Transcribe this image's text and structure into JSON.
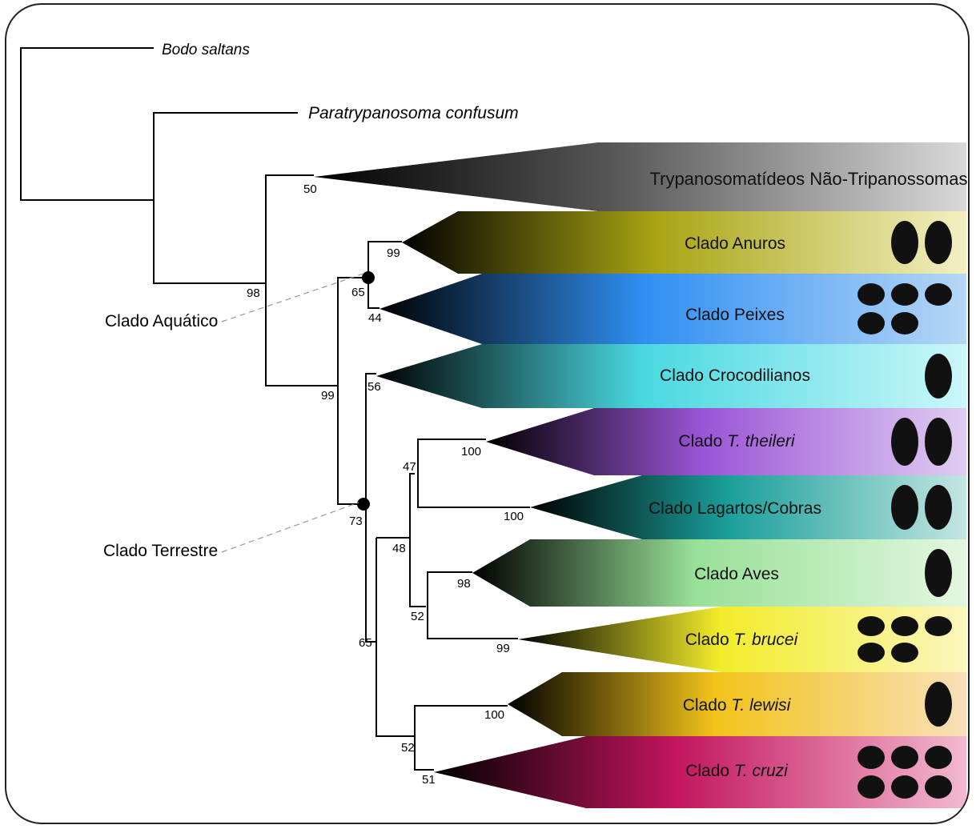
{
  "taxa": {
    "bodo": "Bodo saltans",
    "paratrypanosoma": "Paratrypanosoma confusum"
  },
  "clades": [
    {
      "id": "nontryp",
      "prefix": "Trypanosomatídeos Não-Tripanossomas",
      "italic": "",
      "colors": [
        "#000000",
        "#555555",
        "#d9d9d9"
      ],
      "icons": []
    },
    {
      "id": "anuros",
      "prefix": "Clado Anuros",
      "italic": "",
      "colors": [
        "#000000",
        "#aaa414",
        "#f2f0c2"
      ],
      "icons": [
        "frog-icon",
        "chameleon-icon"
      ]
    },
    {
      "id": "peixes",
      "prefix": "Clado Peixes",
      "italic": "",
      "colors": [
        "#000000",
        "#2f8ff2",
        "#b7d7f7"
      ],
      "icons": [
        "gecko-icon",
        "platypus-icon",
        "turtle-icon",
        "fish-icon",
        "crocodile-icon"
      ]
    },
    {
      "id": "crocodilianos",
      "prefix": "Clado Crocodilianos",
      "italic": "",
      "colors": [
        "#000000",
        "#4ad8e0",
        "#caf7fa"
      ],
      "icons": [
        "crocodile-icon"
      ]
    },
    {
      "id": "theileri",
      "prefix": "Clado ",
      "italic": "T. theileri",
      "colors": [
        "#000000",
        "#9a55d6",
        "#e1cdf2"
      ],
      "icons": [
        "cow-icon",
        "buffalo-icon"
      ]
    },
    {
      "id": "lagartos",
      "prefix": "Clado Lagartos/Cobras",
      "italic": "",
      "colors": [
        "#000000",
        "#1a9e9a",
        "#c3e6e2"
      ],
      "icons": [
        "snake-icon",
        "lizard-icon"
      ]
    },
    {
      "id": "aves",
      "prefix": "Clado Aves",
      "italic": "",
      "colors": [
        "#000000",
        "#98e098",
        "#e3f7df"
      ],
      "icons": [
        "bird-icon"
      ]
    },
    {
      "id": "brucei",
      "prefix": "Clado ",
      "italic": "T. brucei",
      "colors": [
        "#000000",
        "#f2ec2a",
        "#fbf6bd"
      ],
      "icons": [
        "fly-icon",
        "donkey-icon",
        "human-icon",
        "pig-icon",
        "cow-icon"
      ]
    },
    {
      "id": "lewisi",
      "prefix": "Clado ",
      "italic": "T. lewisi",
      "colors": [
        "#000000",
        "#f2c31a",
        "#f9e0b8"
      ],
      "icons": [
        "rat-icon"
      ]
    },
    {
      "id": "cruzi",
      "prefix": "Clado ",
      "italic": "T. cruzi",
      "colors": [
        "#000000",
        "#c2145c",
        "#f3b9d0"
      ],
      "icons": [
        "human-icon",
        "armadillo-icon",
        "bat-icon",
        "monkey-icon",
        "dog-icon",
        "opossum-icon"
      ]
    }
  ],
  "support": {
    "root_98": "98",
    "node_50": "50",
    "node_99_main": "99",
    "node_65_aquatic": "65",
    "node_99_anuros": "99",
    "node_44": "44",
    "node_73": "73",
    "node_56": "56",
    "node_47": "47",
    "node_100_theileri": "100",
    "node_100_lagartos": "100",
    "node_48": "48",
    "node_98_aves": "98",
    "node_52_upper": "52",
    "node_99_brucei": "99",
    "node_65_lower": "65",
    "node_100_lewisi": "100",
    "node_52_lower": "52",
    "node_51": "51"
  },
  "groups": {
    "aquatic": "Clado Aquático",
    "terrestrial": "Clado Terrestre"
  }
}
